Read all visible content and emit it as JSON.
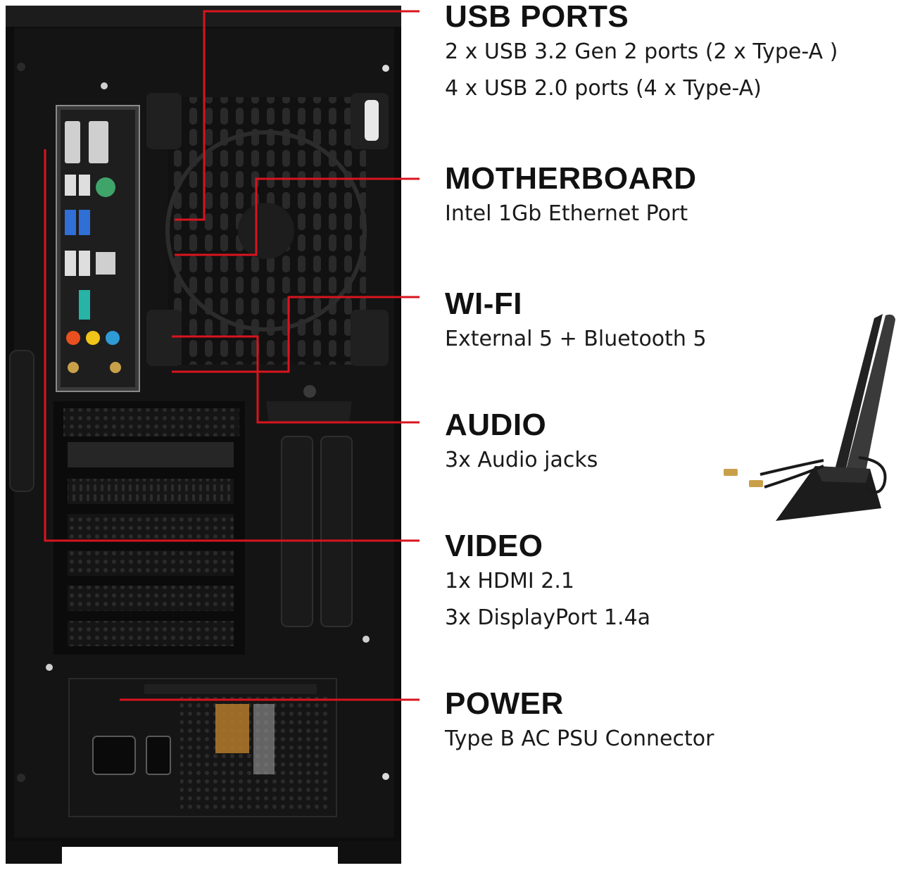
{
  "colors": {
    "callout_line": "#d9141e",
    "case_body": "#0d0d0d",
    "case_panel": "#1c1c1c",
    "usb3_blue": "#2f6fd6",
    "usb32_teal": "#27b3a5",
    "audio_orange": "#e8501f",
    "audio_yellow": "#f0c419",
    "audio_blue": "#2e9ad6",
    "ps2_green": "#3fa46a",
    "antenna_gold": "#c9a04a"
  },
  "icons": {
    "case": "pc-tower-rear-icon",
    "antenna": "wifi-antenna-icon",
    "fan": "fan-grille-icon",
    "psu": "power-supply-icon"
  },
  "features": [
    {
      "title": "USB PORTS",
      "lines": [
        "2 x USB 3.2 Gen 2 ports (2 x Type-A )",
        "4 x USB 2.0 ports (4 x Type-A)"
      ]
    },
    {
      "title": "MOTHERBOARD",
      "lines": [
        "Intel 1Gb Ethernet Port"
      ]
    },
    {
      "title": "WI-FI",
      "lines": [
        "External 5 + Bluetooth 5"
      ]
    },
    {
      "title": "AUDIO",
      "lines": [
        "3x Audio jacks"
      ]
    },
    {
      "title": "VIDEO",
      "lines": [
        "1x HDMI 2.1",
        "3x DisplayPort 1.4a"
      ]
    },
    {
      "title": "POWER",
      "lines": [
        "Type B AC PSU Connector"
      ]
    }
  ]
}
